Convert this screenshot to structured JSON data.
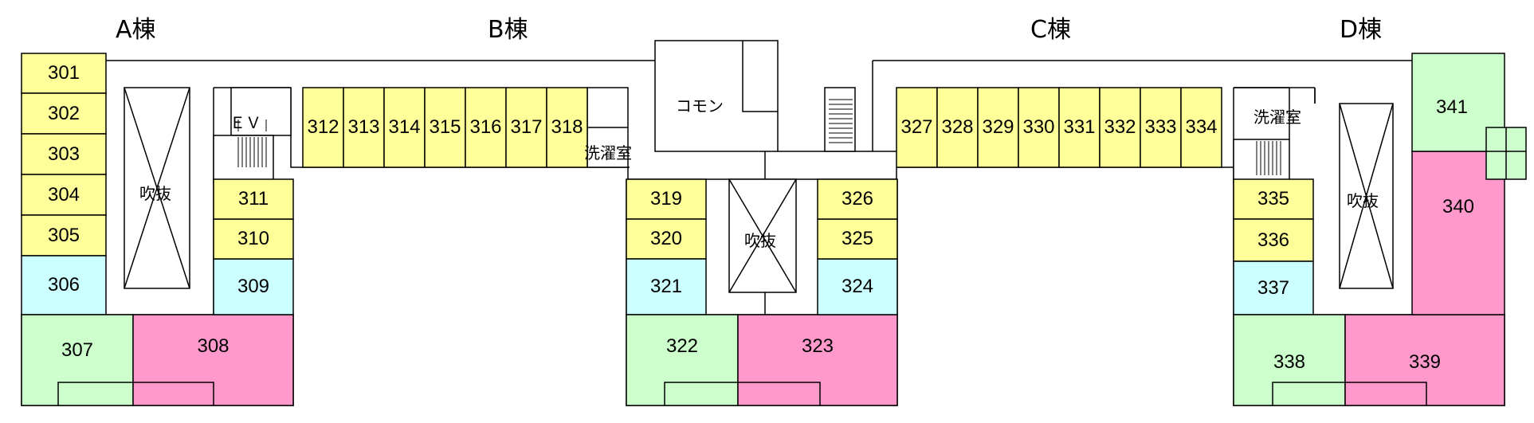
{
  "wings": [
    "A棟",
    "B棟",
    "C棟",
    "D棟"
  ],
  "labels": {
    "ev": "ＥＶ",
    "common": "コモン",
    "laundry_b": "洗濯室",
    "laundry_d": "洗濯室",
    "void_a": "吹抜",
    "void_b": "吹抜",
    "void_d": "吹抜"
  },
  "colors": {
    "yellow": "#ffff99",
    "cyan": "#ccffff",
    "green": "#ccffcc",
    "pink": "#ff99cc",
    "line": "#000000"
  },
  "rooms": [
    "301",
    "302",
    "303",
    "304",
    "305",
    "306",
    "307",
    "308",
    "309",
    "310",
    "311",
    "312",
    "313",
    "314",
    "315",
    "316",
    "317",
    "318",
    "319",
    "320",
    "321",
    "322",
    "323",
    "324",
    "325",
    "326",
    "327",
    "328",
    "329",
    "330",
    "331",
    "332",
    "333",
    "334",
    "335",
    "336",
    "337",
    "338",
    "339",
    "340",
    "341"
  ]
}
